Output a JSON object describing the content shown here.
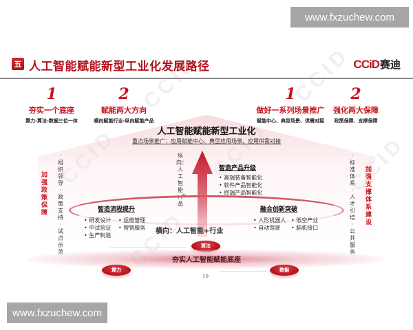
{
  "watermark": {
    "top": "www.fxzuchew.com",
    "bottom": "www.fxzuchew.com"
  },
  "header": {
    "section_badge": "五",
    "title": "人工智能赋能新型工业化发展路径",
    "logo_en": "CCiD",
    "logo_cn": "赛迪"
  },
  "pillars": [
    {
      "num": "1",
      "title": "夯实一个底座",
      "sub": "算力-算法-数据三位一体"
    },
    {
      "num": "2",
      "title": "赋能两大方向",
      "sub": "横向赋能行业-纵向赋能产品"
    },
    {
      "num": "1",
      "title": "做好一系列场景推广",
      "sub": "赋能中心、典型场景、供需对接"
    },
    {
      "num": "2",
      "title": "强化两大保障",
      "sub": "政策保障、支撑保障"
    }
  ],
  "center": {
    "title": "人工智能赋能新型工业化",
    "focus": "重点场景推广：应用赋能中心、典型应用场景、应用供需对接",
    "vertical": "纵向：人工智能+产品",
    "horizontal": "横向：人工智能+行业"
  },
  "blocks": {
    "product_upgrade": {
      "title": "智造产品升级",
      "items": [
        "高端装备智能化",
        "软件产品智能化",
        "终端产品智能化"
      ]
    },
    "process_upgrade": {
      "title": "智造流程提升",
      "items_col1": [
        "研发设计",
        "中试验证",
        "生产制造"
      ],
      "items_col2": [
        "运维管理",
        "营销服务"
      ]
    },
    "innovation": {
      "title": "融合创新突破",
      "items_col1": [
        "人形机器人",
        "自动驾驶"
      ],
      "items_col2": [
        "低空产业",
        "脑机接口"
      ]
    }
  },
  "left_side": {
    "title": "加强政策保障",
    "items": [
      "组织领导",
      "政策支持",
      "试点示范"
    ]
  },
  "right_side": {
    "title": "加强支撑体系建设",
    "items": [
      "标准体系",
      "人才引培",
      "公共服务"
    ]
  },
  "base": {
    "label": "夯实人工智能赋能底座",
    "pills": {
      "algorithm": "算法",
      "compute": "算力",
      "data": "数据"
    }
  },
  "page_number": "10",
  "colors": {
    "accent_red": "#c8141d",
    "title_red": "#b3121c",
    "watermark_gray": "#a6a6a6"
  }
}
